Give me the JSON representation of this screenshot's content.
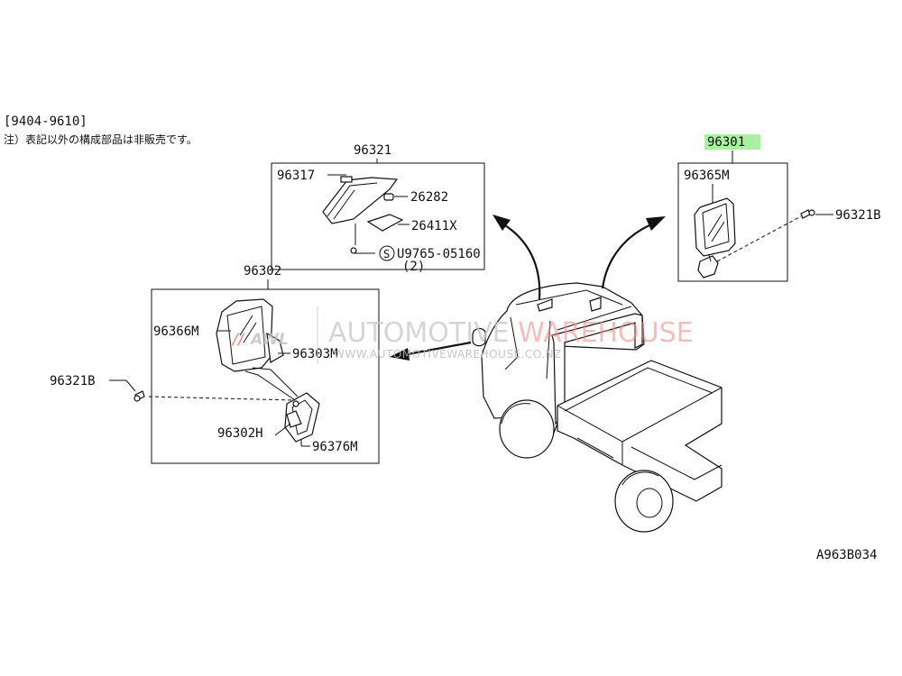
{
  "header": {
    "range": "[9404-9610]",
    "note": "注）表記以外の構成部品は非販売です。"
  },
  "code": "A963B034",
  "highlight_color": "#aaf0a0",
  "boxes": {
    "room_mirror": {
      "title": "96321",
      "labels": {
        "p1": "96317",
        "p2": "26282",
        "p3": "26411X",
        "p4": "U9765-05160",
        "p4_qty": "(2)",
        "screw_symbol": "S"
      }
    },
    "left_mirror": {
      "title": "96302",
      "labels": {
        "p1": "96366M",
        "p2": "96303M",
        "p3": "96302H",
        "p4": "96376M"
      },
      "outside_screw": "96321B"
    },
    "right_mirror": {
      "title": "96301",
      "labels": {
        "p1": "96365M"
      },
      "outside_screw": "96321B"
    }
  },
  "watermark": {
    "logo_a": "//",
    "logo_b": "AWL",
    "name_a": "AUTOMOTIVE ",
    "name_b": "WAREHOUSE",
    "url": "WWW.AUTOMOTIVEWAREHOUSE.CO.NZ"
  }
}
